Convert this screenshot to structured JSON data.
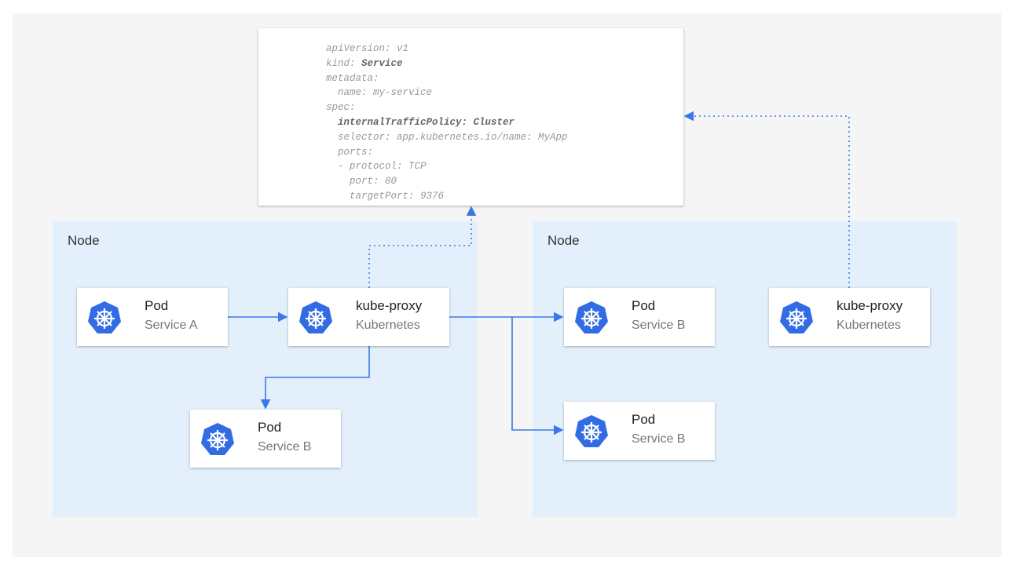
{
  "colors": {
    "accent": "#3b78e7",
    "k8s": "#326ce5"
  },
  "spec": {
    "l1": "apiVersion: v1",
    "l2k": "kind: ",
    "l2v": "Service",
    "l3": "metadata:",
    "l4": "  name: my-service",
    "l5": "spec:",
    "l6": "  internalTrafficPolicy: Cluster",
    "l7": "  selector: app.kubernetes.io/name: MyApp",
    "l8": "  ports:",
    "l9": "  - protocol: TCP",
    "l10": "    port: 80",
    "l11": "    targetPort: 9376"
  },
  "nodes": [
    {
      "label": "Node",
      "cards": [
        {
          "title": "Pod",
          "subtitle": "Service A",
          "icon": "kubernetes-icon"
        },
        {
          "title": "kube-proxy",
          "subtitle": "Kubernetes",
          "icon": "kubernetes-icon"
        },
        {
          "title": "Pod",
          "subtitle": "Service B",
          "icon": "kubernetes-icon"
        }
      ]
    },
    {
      "label": "Node",
      "cards": [
        {
          "title": "Pod",
          "subtitle": "Service B",
          "icon": "kubernetes-icon"
        },
        {
          "title": "Pod",
          "subtitle": "Service B",
          "icon": "kubernetes-icon"
        },
        {
          "title": "kube-proxy",
          "subtitle": "Kubernetes",
          "icon": "kubernetes-icon"
        }
      ]
    }
  ]
}
